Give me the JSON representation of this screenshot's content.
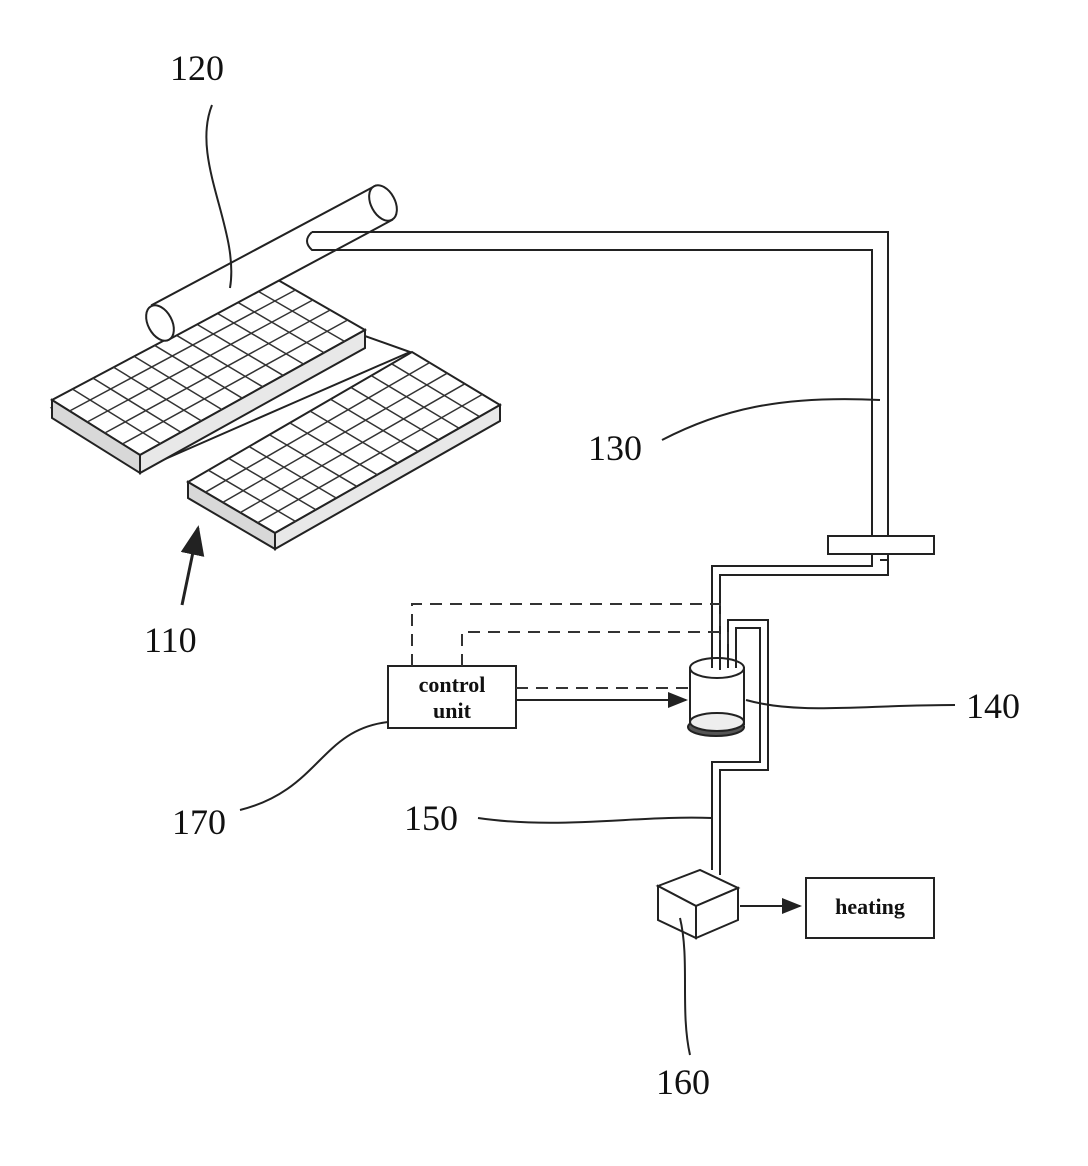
{
  "labels": {
    "ref_110": "110",
    "ref_120": "120",
    "ref_130": "130",
    "ref_140": "140",
    "ref_150": "150",
    "ref_160": "160",
    "ref_170": "170"
  },
  "boxes": {
    "control_unit_line1": "control",
    "control_unit_line2": "unit",
    "heating": "heating"
  },
  "colors": {
    "ink": "#222222",
    "background": "#ffffff"
  }
}
